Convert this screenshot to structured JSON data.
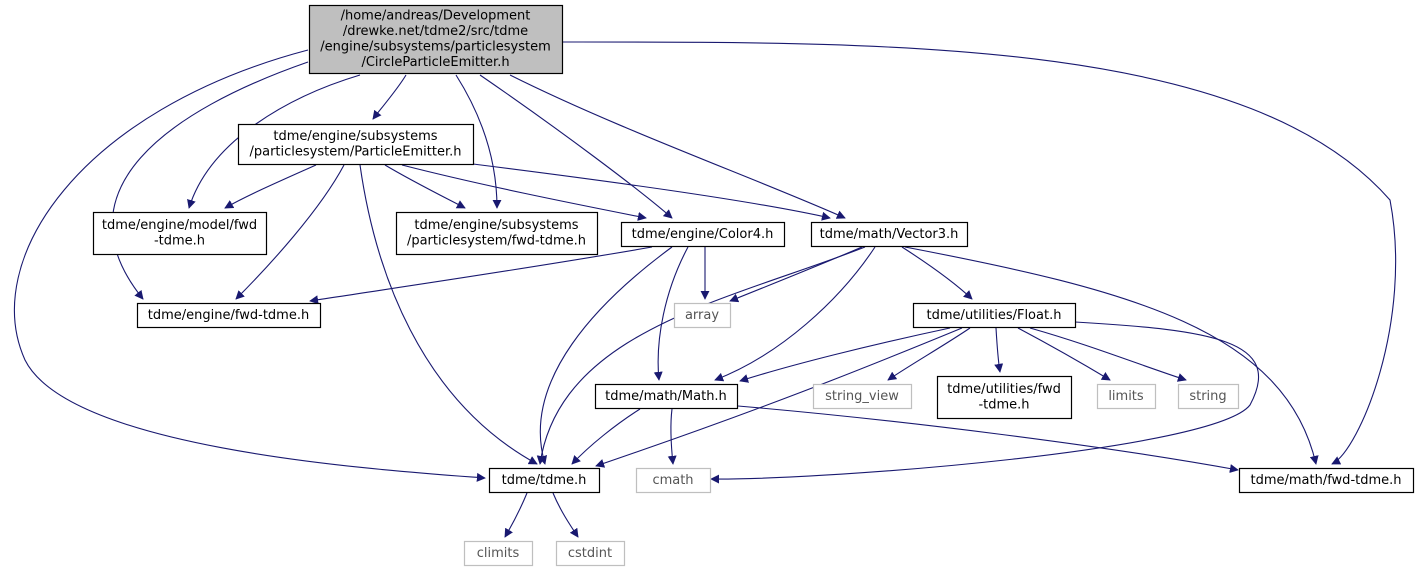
{
  "colors": {
    "edge": "#191970",
    "root_fill": "#bfbfbf",
    "internal_border": "#000000",
    "external_border": "#bfbfbf",
    "external_text": "#555555"
  },
  "nodes": [
    {
      "id": "root",
      "kind": "root",
      "lines": [
        "/home/andreas/Development",
        "/drewke.net/tdme2/src/tdme",
        "/engine/subsystems/particlesystem",
        "/CircleParticleEmitter.h"
      ]
    },
    {
      "id": "pe",
      "kind": "internal",
      "lines": [
        "tdme/engine/subsystems",
        "/particlesystem/ParticleEmitter.h"
      ]
    },
    {
      "id": "model",
      "kind": "internal",
      "lines": [
        "tdme/engine/model/fwd",
        "-tdme.h"
      ]
    },
    {
      "id": "psfwd",
      "kind": "internal",
      "lines": [
        "tdme/engine/subsystems",
        "/particlesystem/fwd-tdme.h"
      ]
    },
    {
      "id": "color4",
      "kind": "internal",
      "lines": [
        "tdme/engine/Color4.h"
      ]
    },
    {
      "id": "vector3",
      "kind": "internal",
      "lines": [
        "tdme/math/Vector3.h"
      ]
    },
    {
      "id": "efwd",
      "kind": "internal",
      "lines": [
        "tdme/engine/fwd-tdme.h"
      ]
    },
    {
      "id": "array",
      "kind": "external",
      "lines": [
        "array"
      ]
    },
    {
      "id": "float",
      "kind": "internal",
      "lines": [
        "tdme/utilities/Float.h"
      ]
    },
    {
      "id": "math",
      "kind": "internal",
      "lines": [
        "tdme/math/Math.h"
      ]
    },
    {
      "id": "sv",
      "kind": "external",
      "lines": [
        "string_view"
      ]
    },
    {
      "id": "ufwd",
      "kind": "internal",
      "lines": [
        "tdme/utilities/fwd",
        "-tdme.h"
      ]
    },
    {
      "id": "limits",
      "kind": "external",
      "lines": [
        "limits"
      ]
    },
    {
      "id": "string",
      "kind": "external",
      "lines": [
        "string"
      ]
    },
    {
      "id": "tdme",
      "kind": "internal",
      "lines": [
        "tdme/tdme.h"
      ]
    },
    {
      "id": "cmath",
      "kind": "external",
      "lines": [
        "cmath"
      ]
    },
    {
      "id": "mfwd",
      "kind": "internal",
      "lines": [
        "tdme/math/fwd-tdme.h"
      ]
    },
    {
      "id": "climits",
      "kind": "external",
      "lines": [
        "climits"
      ]
    },
    {
      "id": "cstdint",
      "kind": "external",
      "lines": [
        "cstdint"
      ]
    }
  ],
  "edges": [
    [
      "root",
      "pe"
    ],
    [
      "root",
      "model"
    ],
    [
      "root",
      "psfwd"
    ],
    [
      "root",
      "color4"
    ],
    [
      "root",
      "vector3"
    ],
    [
      "root",
      "efwd"
    ],
    [
      "root",
      "tdme"
    ],
    [
      "root",
      "mfwd"
    ],
    [
      "pe",
      "model"
    ],
    [
      "pe",
      "psfwd"
    ],
    [
      "pe",
      "color4"
    ],
    [
      "pe",
      "vector3"
    ],
    [
      "pe",
      "efwd"
    ],
    [
      "pe",
      "tdme"
    ],
    [
      "color4",
      "efwd"
    ],
    [
      "color4",
      "array"
    ],
    [
      "color4",
      "math"
    ],
    [
      "color4",
      "tdme"
    ],
    [
      "vector3",
      "array"
    ],
    [
      "vector3",
      "float"
    ],
    [
      "vector3",
      "math"
    ],
    [
      "vector3",
      "tdme"
    ],
    [
      "vector3",
      "mfwd"
    ],
    [
      "float",
      "math"
    ],
    [
      "float",
      "sv"
    ],
    [
      "float",
      "ufwd"
    ],
    [
      "float",
      "limits"
    ],
    [
      "float",
      "string"
    ],
    [
      "float",
      "tdme"
    ],
    [
      "float",
      "cmath"
    ],
    [
      "math",
      "tdme"
    ],
    [
      "math",
      "cmath"
    ],
    [
      "math",
      "mfwd"
    ],
    [
      "tdme",
      "climits"
    ],
    [
      "tdme",
      "cstdint"
    ]
  ]
}
